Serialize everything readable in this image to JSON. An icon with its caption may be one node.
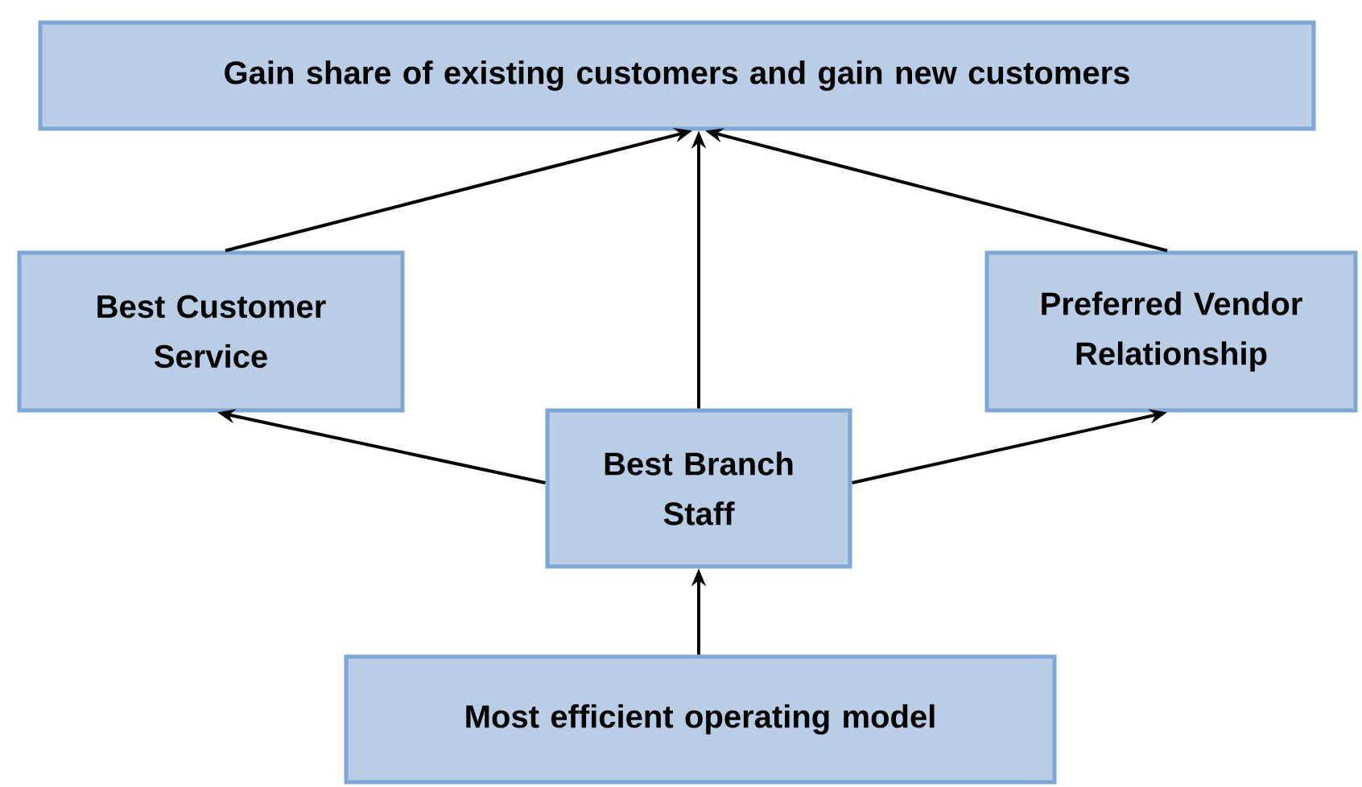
{
  "diagram": {
    "nodes": [
      {
        "text": [
          "Gain share of existing customers and gain new customers"
        ]
      },
      {
        "text": [
          "Best Customer Service"
        ]
      },
      {
        "text": [
          "Preferred Vendor Relationship"
        ]
      },
      {
        "text": [
          "Best Branch Staff"
        ]
      },
      {
        "text": [
          "Most efficient operating model"
        ]
      }
    ],
    "edges": [
      {
        "from": 1,
        "to": 0,
        "arrow": "to"
      },
      {
        "from": 3,
        "to": 0,
        "arrow": "to"
      },
      {
        "from": 2,
        "to": 0,
        "arrow": "to"
      },
      {
        "from": 3,
        "to": 1,
        "arrow": "to"
      },
      {
        "from": 3,
        "to": 2,
        "arrow": "to"
      },
      {
        "from": 4,
        "to": 3,
        "arrow": "to"
      }
    ]
  }
}
